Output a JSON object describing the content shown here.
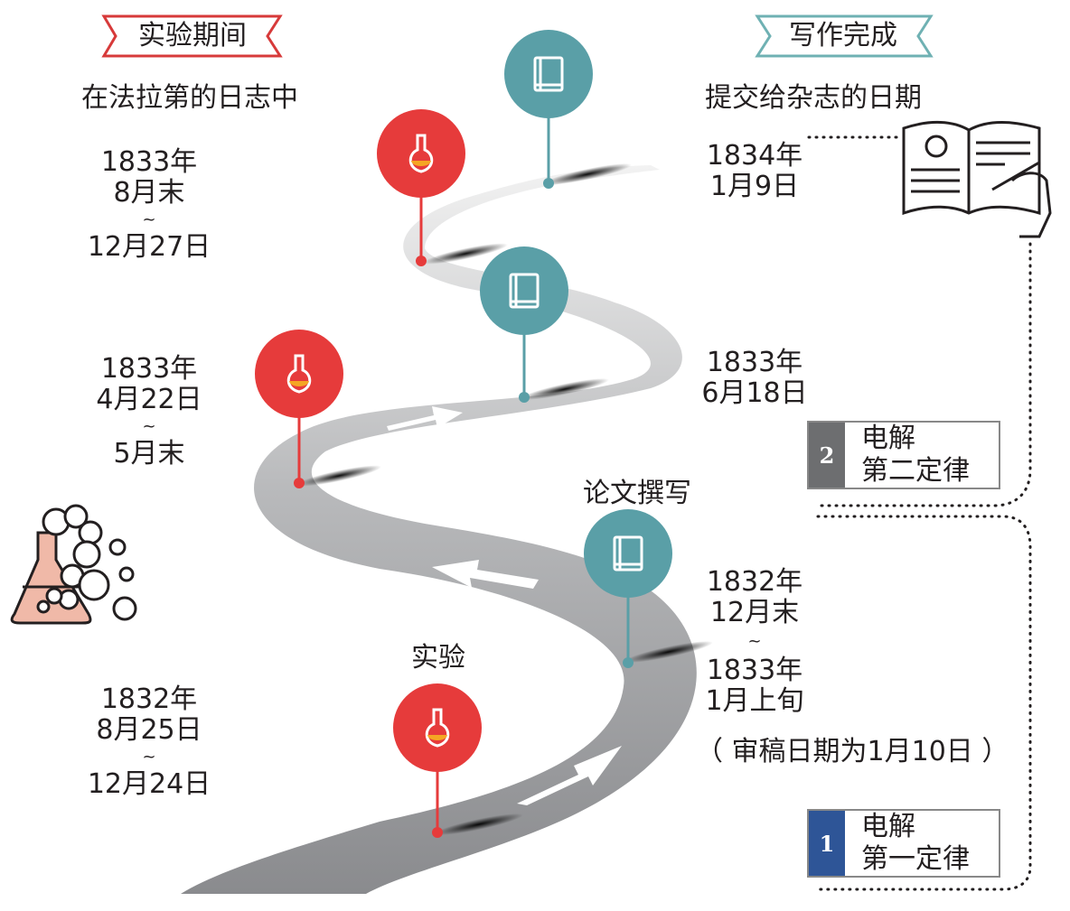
{
  "headers": {
    "left_banner": "实验期间",
    "right_banner": "写作完成",
    "left_sub": "在法拉第的日志中",
    "right_sub": "提交给杂志的日期"
  },
  "labels": {
    "writing": "论文撰写",
    "experiment": "实验"
  },
  "left_dates": [
    [
      "1833年",
      "8月末",
      "~",
      "12月27日"
    ],
    [
      "1833年",
      "4月22日",
      "~",
      "5月末"
    ],
    [
      "1832年",
      "8月25日",
      "~",
      "12月24日"
    ]
  ],
  "right_dates": [
    [
      "1834年",
      "1月9日"
    ],
    [
      "1833年",
      "6月18日"
    ],
    [
      "1832年",
      "12月末",
      "~",
      "1833年",
      "1月上旬",
      "（ 审稿日期为1月10日 ）"
    ]
  ],
  "laws": [
    {
      "num": "2",
      "line1": "电解",
      "line2": "第二定律",
      "color": "#6d6e70"
    },
    {
      "num": "1",
      "line1": "电解",
      "line2": "第一定律",
      "color": "#2e5597"
    }
  ],
  "colors": {
    "red_pin": "#e63b3b",
    "teal_pin": "#5a9fa7",
    "road_light": "#e6e6e6",
    "road_dark": "#8a8b8e",
    "banner_red": "#d73a3a",
    "banner_teal": "#6fb1b3",
    "flask_fill": "#f0b9a8"
  },
  "icons": [
    "flask-icon",
    "book-icon",
    "open-book-writing-icon",
    "bubbling-flask-icon"
  ]
}
